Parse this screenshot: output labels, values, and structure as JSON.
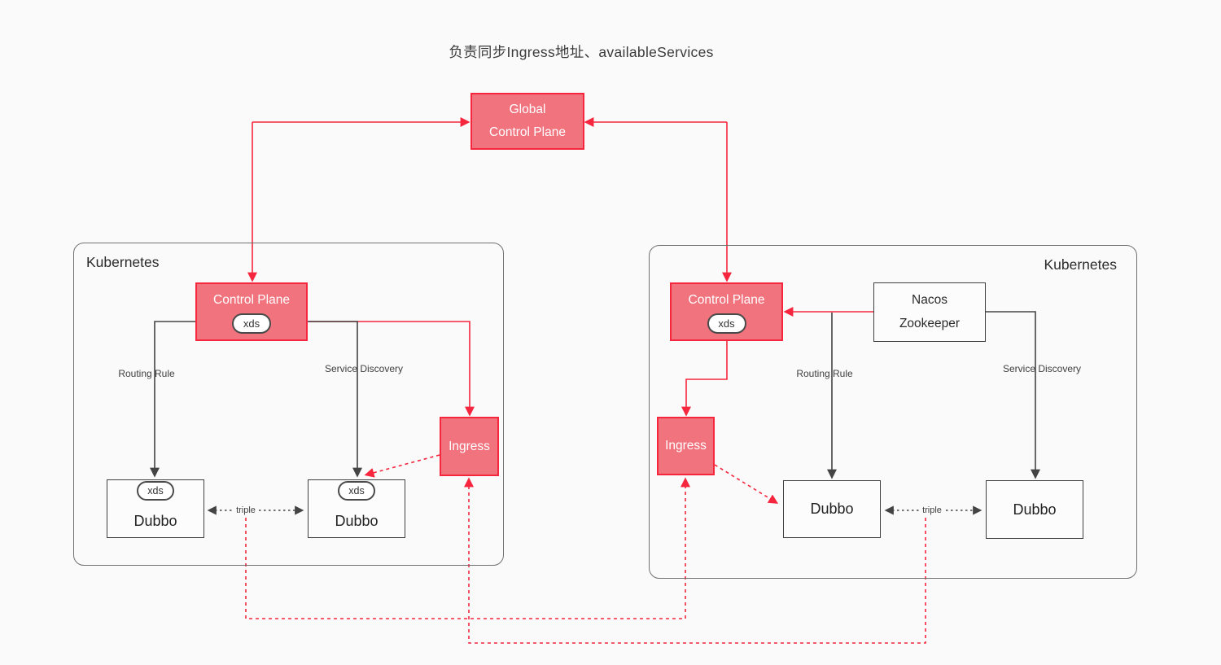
{
  "title": "负责同步Ingress地址、availableServices",
  "colors": {
    "accent_fill": "#F0737E",
    "accent_border": "#F5263D",
    "dark_line": "#444444",
    "cluster_border": "#707070",
    "background": "#FAFAFA",
    "text_dark": "#2B2B2B",
    "box_text_light": "#FFFFFF"
  },
  "global_control_plane": {
    "line1": "Global",
    "line2": "Control Plane"
  },
  "clusters": {
    "left": {
      "label": "Kubernetes",
      "control_plane": {
        "label": "Control Plane",
        "badge": "xds"
      },
      "ingress": {
        "label": "Ingress"
      },
      "dubbo1": {
        "label": "Dubbo",
        "badge": "xds"
      },
      "dubbo2": {
        "label": "Dubbo",
        "badge": "xds"
      },
      "routing_rule_label": "Routing Rule",
      "service_discovery_label": "Service Discovery",
      "triple_label": "triple"
    },
    "right": {
      "label": "Kubernetes",
      "control_plane": {
        "label": "Control Plane",
        "badge": "xds"
      },
      "registry": {
        "line1": "Nacos",
        "line2": "Zookeeper"
      },
      "ingress": {
        "label": "Ingress"
      },
      "dubbo1": {
        "label": "Dubbo"
      },
      "dubbo2": {
        "label": "Dubbo"
      },
      "routing_rule_label": "Routing Rule",
      "service_discovery_label": "Service Discovery",
      "triple_label": "triple"
    }
  }
}
